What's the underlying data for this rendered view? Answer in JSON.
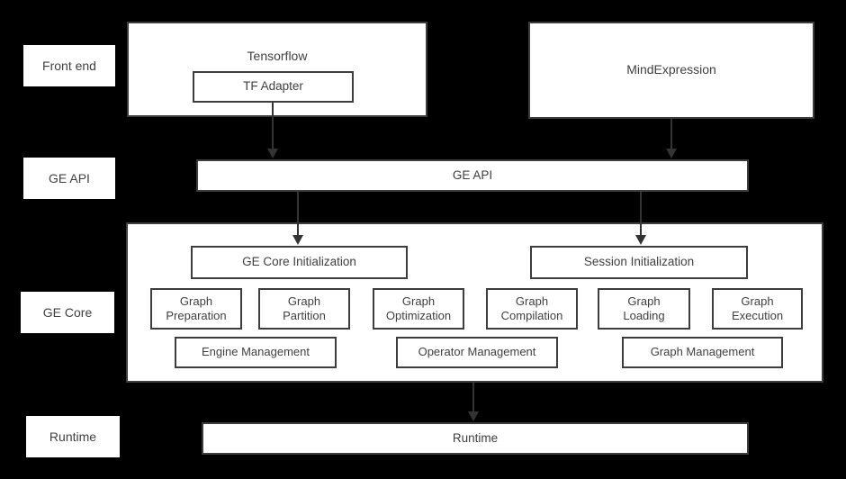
{
  "palette": {
    "background": "#000000",
    "box_fill": "#ffffff",
    "border": "#3d3d3d",
    "text": "#404040",
    "arrow": "#333333"
  },
  "side_labels": [
    {
      "label": "Front end"
    },
    {
      "label": "GE API"
    },
    {
      "label": "GE Core"
    },
    {
      "label": "Runtime"
    }
  ],
  "front_end": {
    "tensorflow_label": "Tensorflow",
    "tf_adapter_label": "TF Adapter",
    "mindexpression_label": "MindExpression"
  },
  "ge_api": {
    "label": "GE API"
  },
  "ge_core": {
    "init_left": "GE Core Initialization",
    "init_right": "Session Initialization",
    "stages": [
      "Graph\nPreparation",
      "Graph\nPartition",
      "Graph\nOptimization",
      "Graph\nCompilation",
      "Graph\nLoading",
      "Graph\nExecution"
    ],
    "management": [
      "Engine Management",
      "Operator Management",
      "Graph Management"
    ]
  },
  "runtime": {
    "label": "Runtime"
  }
}
